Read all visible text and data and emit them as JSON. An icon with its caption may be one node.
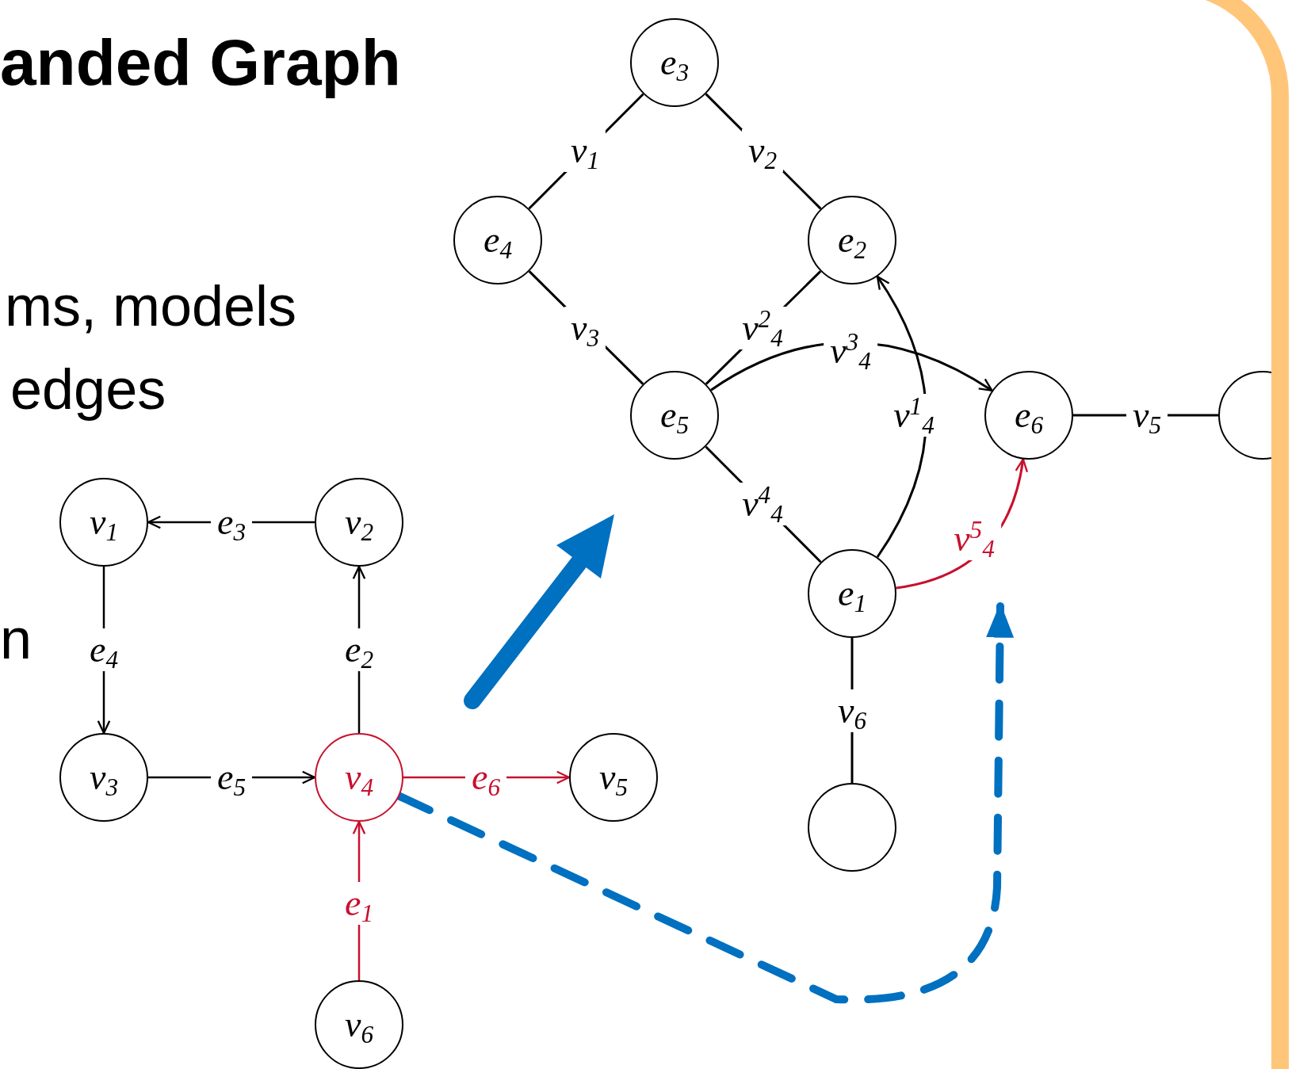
{
  "diagram": {
    "title": "anded Graph",
    "nodes": [
      {
        "text": [
          "v$_{1}$"
        ]
      },
      {
        "text": [
          "v$_{2}$"
        ]
      },
      {
        "text": [
          "v$_{3}$"
        ]
      },
      {
        "text": [
          "v$_{4}$"
        ]
      },
      {
        "text": [
          "v$_{5}$"
        ]
      },
      {
        "text": [
          "v$_{6}$"
        ]
      },
      {
        "text": [
          "e$_{3}$"
        ]
      },
      {
        "text": [
          "e$_{4}$"
        ]
      },
      {
        "text": [
          "e$_{2}$"
        ]
      },
      {
        "text": [
          "e$_{5}$"
        ]
      },
      {
        "text": [
          "e$_{6}$"
        ]
      },
      {
        "text": [],
        "shape": "circle"
      },
      {
        "text": [
          "e$_{1}$"
        ]
      },
      {
        "text": [],
        "shape": "circle"
      }
    ],
    "edges": [
      {
        "from": 1,
        "to": 0,
        "arrow": "to",
        "label": "e$_{3}$"
      },
      {
        "from": 0,
        "to": 2,
        "arrow": "to",
        "label": "e$_{4}$"
      },
      {
        "from": 3,
        "to": 1,
        "arrow": "to",
        "label": "e$_{2}$"
      },
      {
        "from": 2,
        "to": 3,
        "arrow": "to",
        "label": "e$_{5}$"
      },
      {
        "from": 3,
        "to": 4,
        "arrow": "to",
        "label": "e$_{6}$",
        "color": "#c8102e"
      },
      {
        "from": 5,
        "to": 3,
        "arrow": "to",
        "label": "e$_{1}$",
        "color": "#c8102e"
      },
      {
        "from": 6,
        "to": 7,
        "arrow": "none",
        "label": "v$_{1}$"
      },
      {
        "from": 6,
        "to": 8,
        "arrow": "none",
        "label": "v$_{2}$"
      },
      {
        "from": 7,
        "to": 9,
        "arrow": "none",
        "label": "v$_{3}$"
      },
      {
        "from": 9,
        "to": 8,
        "arrow": "none",
        "label": "v$^{2}$$_{4}$"
      },
      {
        "from": 9,
        "to": 10,
        "arrow": "to",
        "label": "v$^{3}$$_{4}$"
      },
      {
        "from": 12,
        "to": 8,
        "arrow": "to",
        "label": "v$^{1}$$_{4}$"
      },
      {
        "from": 9,
        "to": 12,
        "arrow": "none",
        "label": "v$^{4}$$_{4}$"
      },
      {
        "from": 12,
        "to": 10,
        "arrow": "to",
        "label": "v$^{5}$$_{4}$",
        "color": "#c8102e"
      },
      {
        "from": 10,
        "to": 11,
        "arrow": "none",
        "label": "v$_{5}$"
      },
      {
        "from": 12,
        "to": 13,
        "arrow": "none",
        "label": "v$_{6}$"
      },
      {
        "from": 3,
        "to": null,
        "arrow": "to",
        "style": "dashed",
        "color": "#0070c0"
      }
    ],
    "labels": [
      "ms, models",
      "edges",
      "n"
    ]
  }
}
